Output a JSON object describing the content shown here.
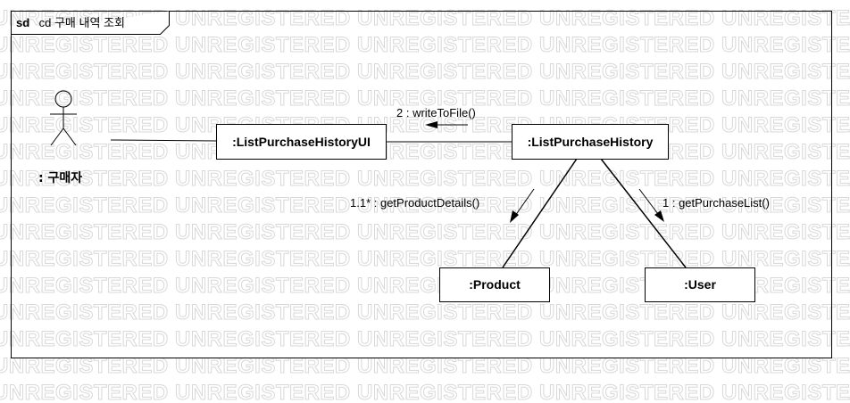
{
  "watermark": "UNREGISTERED",
  "frame": {
    "keyword": "sd",
    "name": "cd 구매 내역 조회"
  },
  "actor": {
    "label": ": 구매자"
  },
  "objects": {
    "ui": ":ListPurchaseHistoryUI",
    "controller": ":ListPurchaseHistory",
    "product": ":Product",
    "user": ":User"
  },
  "messages": {
    "write_to_file": "2 : writeToFile()",
    "get_product_details": "1.1* : getProductDetails()",
    "get_purchase_list": "1 : getPurchaseList()"
  }
}
